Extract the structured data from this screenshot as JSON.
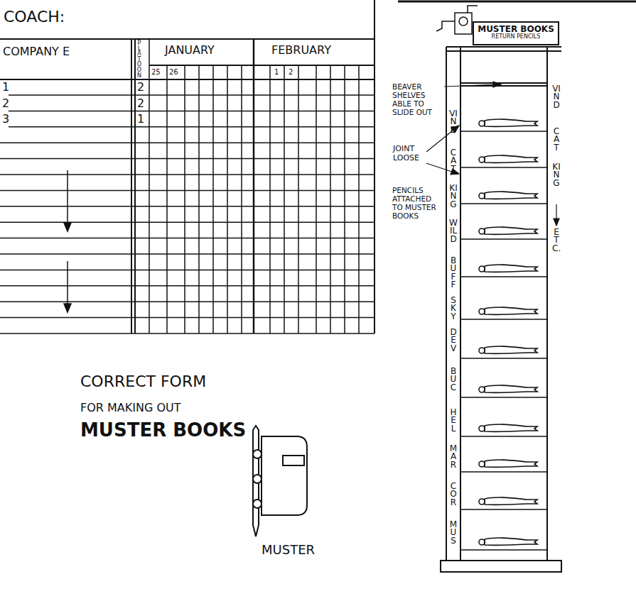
{
  "diagram": {
    "nodes": [
      {
        "text": [
          "MUSTER BOOKS",
          "RETURN PENCILS"
        ]
      }
    ],
    "labels": [
      "COACH:",
      "COMPANY E",
      "PLATOON",
      "JANUARY",
      "FEBRUARY",
      "25",
      "26",
      "1",
      "2",
      "1",
      "2",
      "3",
      "2",
      "2",
      "1",
      "CORRECT FORM",
      "FOR MAKING OUT",
      "MUSTER BOOKS",
      "MUSTER",
      "BEAVER SHELVES ABLE TO SLIDE OUT",
      "JOINT LOOSE",
      "PENCILS ATTACHED TO MUSTER BOOKS",
      "VIND",
      "CAT",
      "KING",
      "WILD",
      "BUFF",
      "SKY",
      "DEV",
      "BUC",
      "HEL",
      "MAR",
      "COR",
      "MUS",
      "VIND",
      "CAT",
      "KING",
      "ETC."
    ]
  }
}
